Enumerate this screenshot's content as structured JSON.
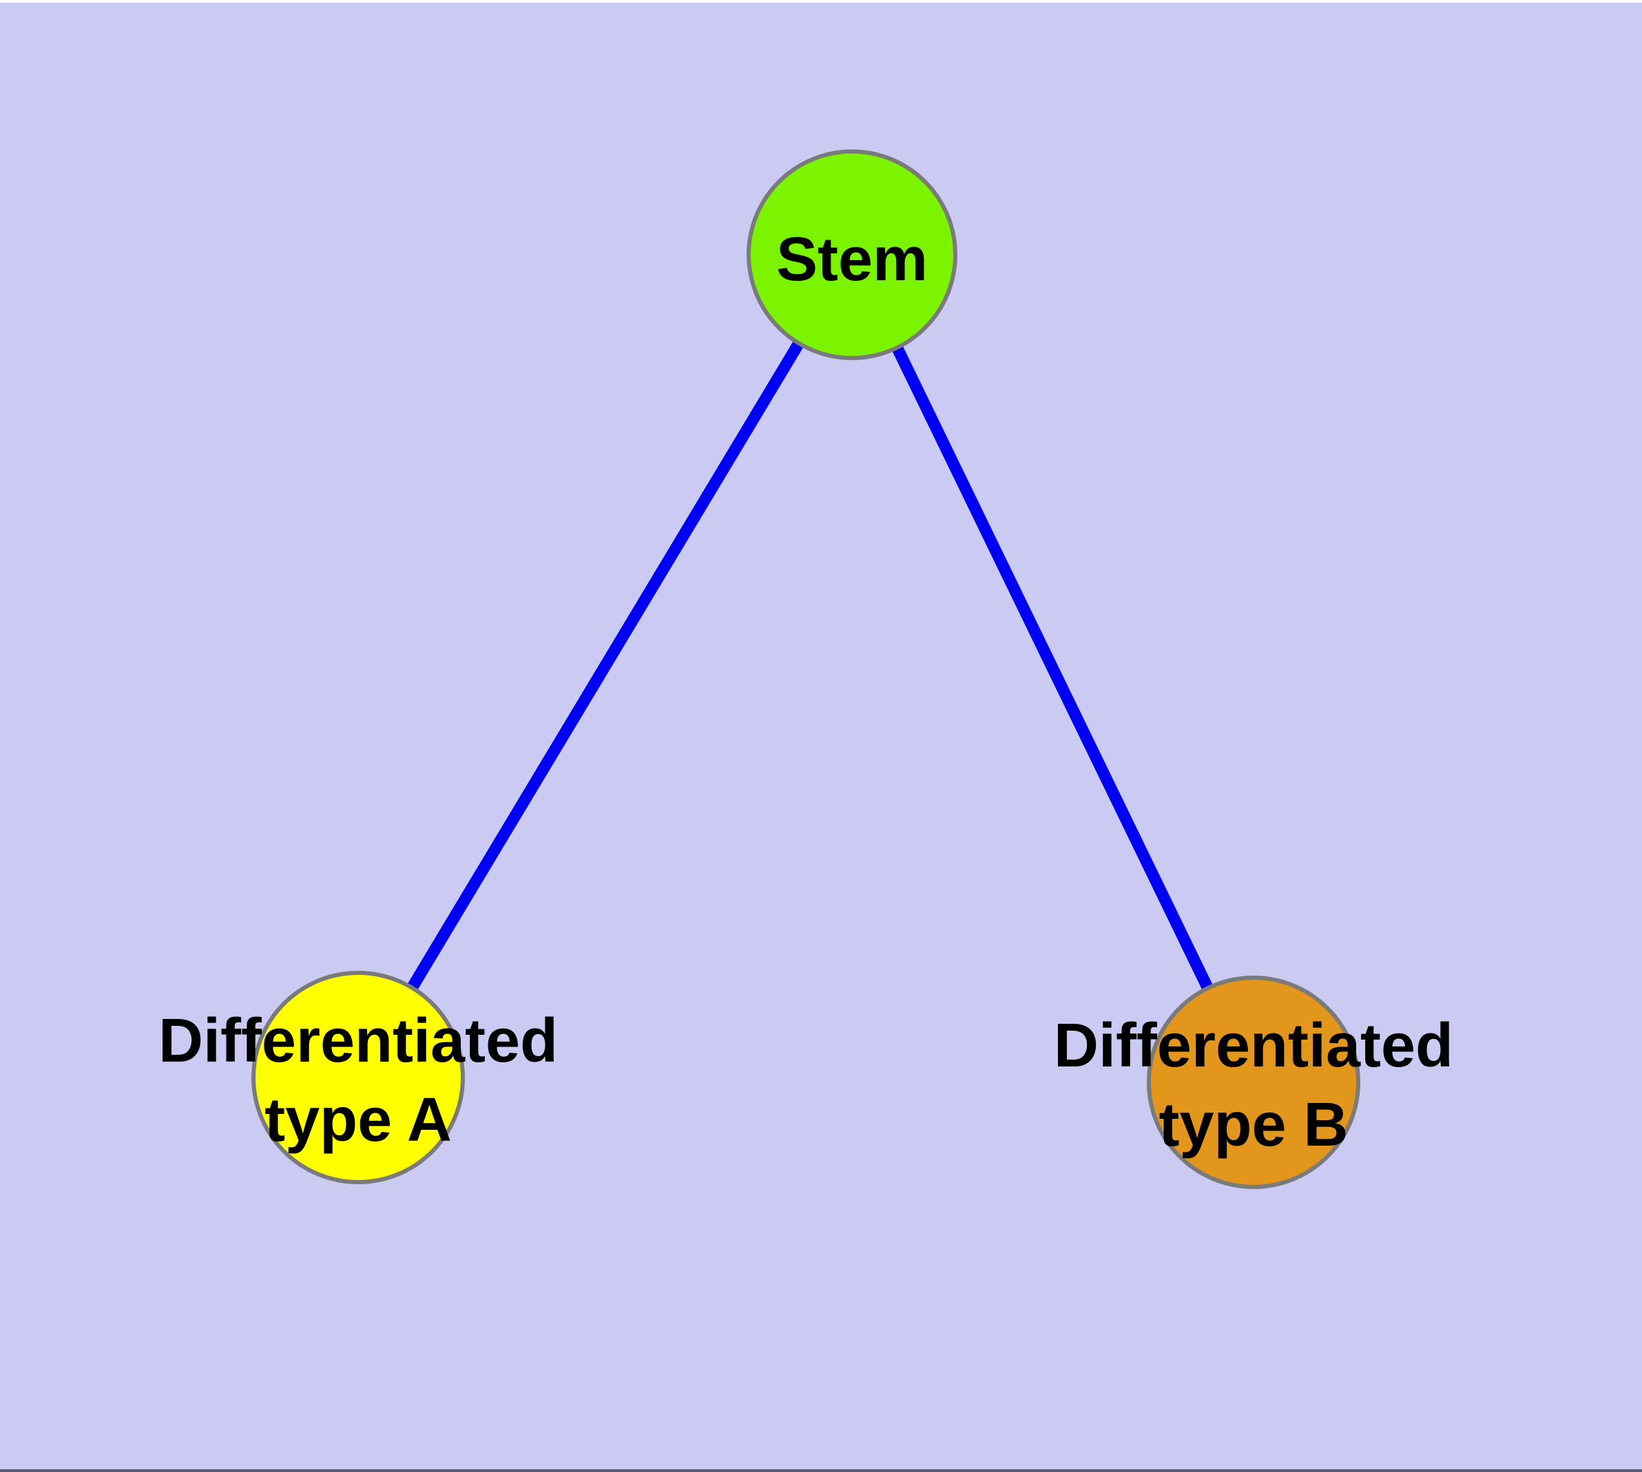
{
  "diagram": {
    "background_color": "#CACAF3",
    "window_top_edge_color": "#FFFFFF",
    "window_bottom_edge_color": "#5A5A75",
    "edge_color": "#0000F2",
    "node_border_color": "#7A7A7A",
    "label_color": "#000000",
    "nodes": [
      {
        "id": "stem",
        "label": "Stem",
        "color": "#7CF400"
      },
      {
        "id": "differentiated-type-a",
        "label_line1": "Differentiated",
        "label_line2": "type A",
        "color": "#FFFF00"
      },
      {
        "id": "differentiated-type-b",
        "label_line1": "Differentiated",
        "label_line2": "type B",
        "color": "#E2961C"
      }
    ],
    "edges": [
      {
        "from": "Stem",
        "to": "Differentiated type A"
      },
      {
        "from": "Stem",
        "to": "Differentiated type B"
      }
    ]
  }
}
